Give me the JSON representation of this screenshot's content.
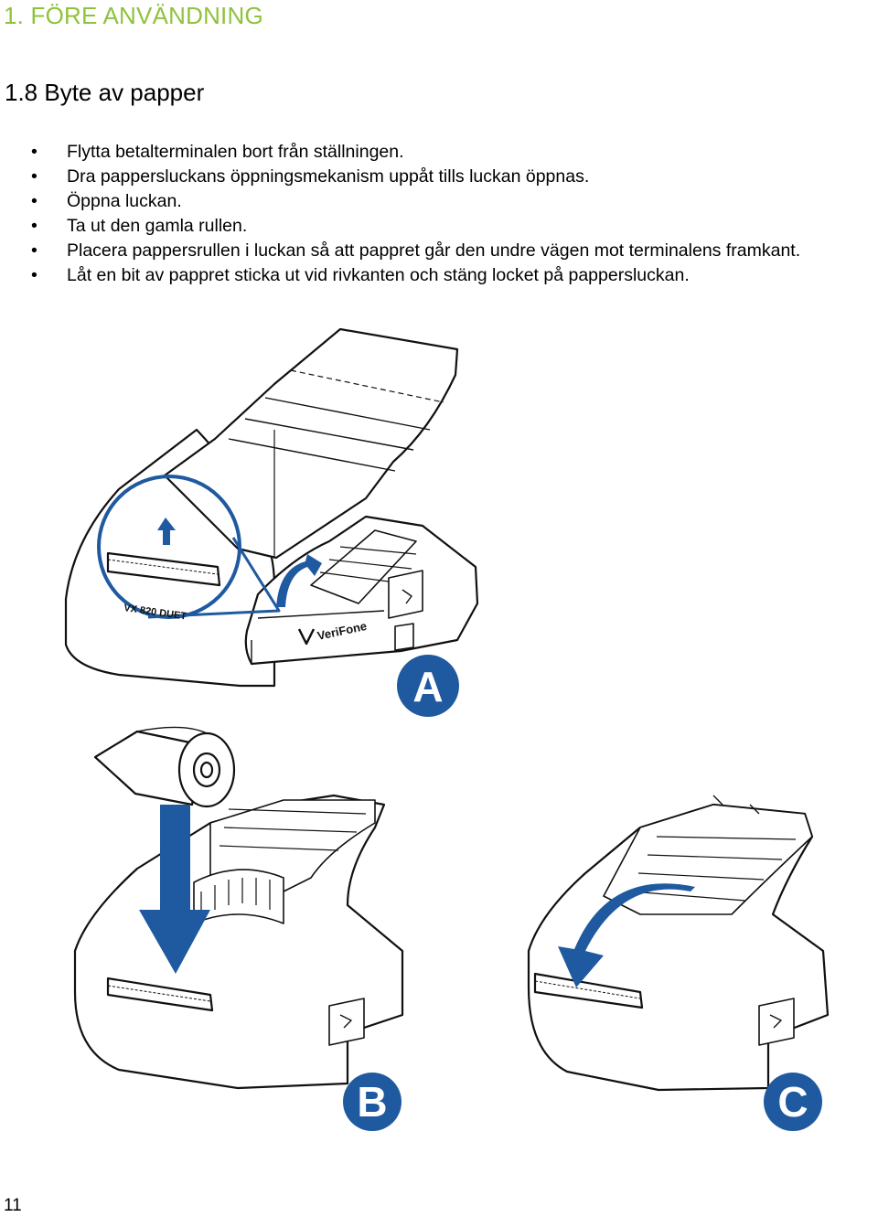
{
  "header": {
    "chapter": "1. FÖRE ANVÄNDNING"
  },
  "section": {
    "title": "1.8 Byte av papper"
  },
  "steps": [
    "Flytta betalterminalen bort från ställningen.",
    "Dra pappersluckans öppningsmekanism uppåt tills luckan öppnas.",
    "Öppna luckan.",
    "Ta ut den gamla rullen.",
    "Placera pappersrullen i luckan så att pappret går den undre vägen mot terminalens framkant.",
    "Låt en bit av pappret sticka ut vid rivkanten och stäng locket på pappersluckan."
  ],
  "figure": {
    "device_label": "VX 820 DUET",
    "brand_label": "VeriFone",
    "badges": [
      "A",
      "B",
      "C"
    ]
  },
  "colors": {
    "chapter": "#8fc23c",
    "badge": "#1f5aa0",
    "arrow": "#1f5aa0"
  },
  "footer": {
    "page_number": "11"
  }
}
